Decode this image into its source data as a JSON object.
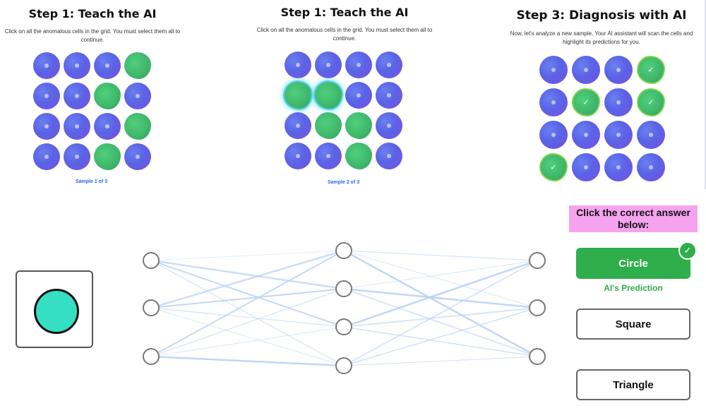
{
  "panels": [
    {
      "title": "Step 1: Teach the AI",
      "description": "Click on all the anomalous cells in the grid. You must select them all to continue.",
      "sample": "Sample 1 of 3",
      "cells": [
        "n",
        "n",
        "n",
        "a",
        "n",
        "n",
        "a",
        "n",
        "n",
        "n",
        "n",
        "a",
        "n",
        "n",
        "a",
        "n"
      ]
    },
    {
      "title": "Step 1: Teach the AI",
      "description": "Click on all the anomalous cells in the grid. You must select them all to continue.",
      "sample": "Sample 2 of 3",
      "cells": [
        "n",
        "n",
        "n",
        "n",
        "as",
        "as",
        "n",
        "n",
        "n",
        "a",
        "a",
        "n",
        "n",
        "n",
        "a",
        "n"
      ]
    },
    {
      "title": "Step 3: Diagnosis with AI",
      "description": "Now, let's analyze a new sample. Your AI assistant will scan the cells and highlight its predictions for you.",
      "cells": [
        "n",
        "n",
        "n",
        "p",
        "n",
        "p",
        "n",
        "p",
        "n",
        "n",
        "n",
        "n",
        "p",
        "n",
        "n",
        "n"
      ],
      "check_glyph": "✓"
    }
  ],
  "quiz": {
    "prompt": "Click the correct answer below:",
    "answers": [
      "Circle",
      "Square",
      "Triangle"
    ],
    "selected": "Circle",
    "prediction_label": "AI's Prediction",
    "badge_glyph": "✓"
  },
  "input_shape": {
    "type": "circle",
    "fill": "#34dfc4"
  },
  "colors": {
    "normal_cell": "#5a63e6",
    "anomalous_cell": "#3fb66a",
    "selected_glow": "#4fd2ee",
    "correct": "#2fae4c",
    "prompt_bg": "#f6a3ef",
    "network_edge": "#b7d0f2"
  }
}
